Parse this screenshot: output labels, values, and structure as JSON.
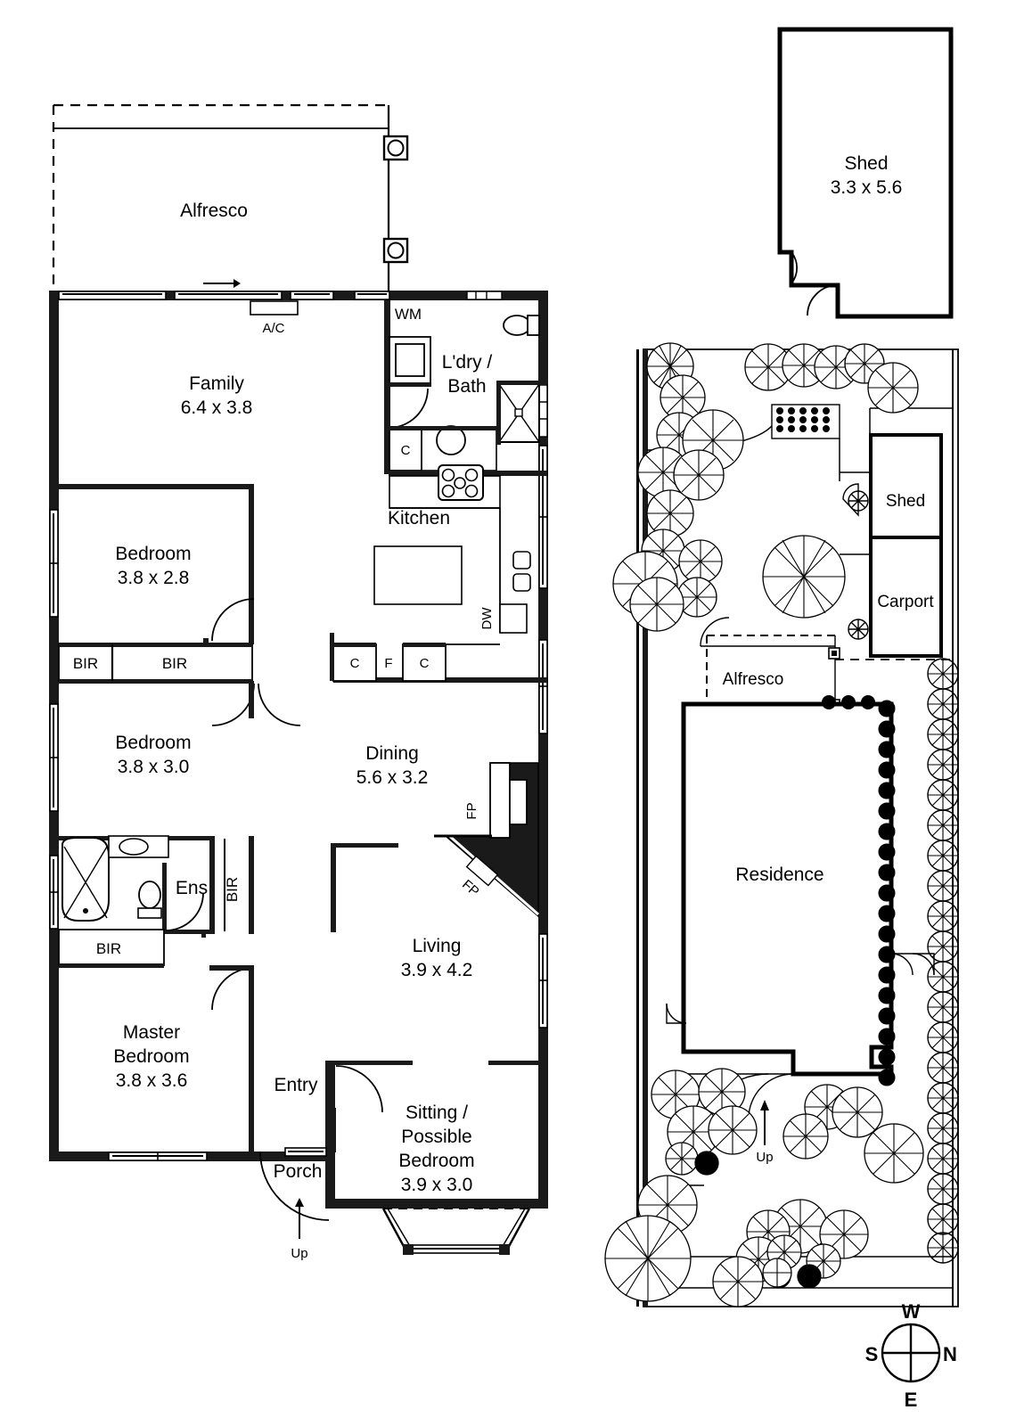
{
  "document": {
    "type": "residential-floor-plan",
    "panels": [
      "floor-plan",
      "site-plan"
    ]
  },
  "floor_plan": {
    "rooms": [
      {
        "id": "alfresco",
        "name": "Alfresco",
        "dims": ""
      },
      {
        "id": "family",
        "name": "Family",
        "dims": "6.4 x 3.8"
      },
      {
        "id": "laundry_bath",
        "name": "L'dry /\nBath",
        "line1": "L'dry /",
        "line2": "Bath",
        "dims": ""
      },
      {
        "id": "kitchen",
        "name": "Kitchen",
        "dims": ""
      },
      {
        "id": "bedroom2",
        "name": "Bedroom",
        "dims": "3.8 x 2.8"
      },
      {
        "id": "bedroom3",
        "name": "Bedroom",
        "dims": "3.8 x 3.0"
      },
      {
        "id": "dining",
        "name": "Dining",
        "dims": "5.6 x 3.2"
      },
      {
        "id": "ensuite",
        "name": "Ens",
        "dims": ""
      },
      {
        "id": "living",
        "name": "Living",
        "dims": "3.9 x 4.2"
      },
      {
        "id": "master",
        "name": "Master\nBedroom",
        "line1": "Master",
        "line2": "Bedroom",
        "dims": "3.8 x 3.6"
      },
      {
        "id": "entry",
        "name": "Entry",
        "dims": ""
      },
      {
        "id": "porch",
        "name": "Porch",
        "dims": ""
      },
      {
        "id": "sitting",
        "name": "Sitting /\nPossible\nBedroom",
        "line1": "Sitting /",
        "line2": "Possible",
        "line3": "Bedroom",
        "dims": "3.9 x 3.0"
      }
    ],
    "fixtures": [
      {
        "id": "ac",
        "label": "A/C"
      },
      {
        "id": "wm",
        "label": "WM"
      },
      {
        "id": "dw",
        "label": "DW"
      },
      {
        "id": "cupboard_ldry",
        "label": "C"
      },
      {
        "id": "cupboard_left",
        "label": "C"
      },
      {
        "id": "fridge",
        "label": "F"
      },
      {
        "id": "cupboard_right",
        "label": "C"
      },
      {
        "id": "bir_1",
        "label": "BIR"
      },
      {
        "id": "bir_2",
        "label": "BIR"
      },
      {
        "id": "bir_3",
        "label": "BIR"
      },
      {
        "id": "bir_ens",
        "label": "BIR"
      },
      {
        "id": "fireplace_1",
        "label": "FP"
      },
      {
        "id": "fireplace_2",
        "label": "FP"
      }
    ],
    "stair_marker": {
      "label": "Up"
    }
  },
  "site_plan": {
    "structures": [
      {
        "id": "shed_top",
        "name": "Shed",
        "dims": "3.3 x 5.6"
      },
      {
        "id": "shed_site",
        "name": "Shed",
        "dims": ""
      },
      {
        "id": "carport",
        "name": "Carport",
        "dims": ""
      },
      {
        "id": "alfresco_site",
        "name": "Alfresco",
        "dims": ""
      },
      {
        "id": "residence",
        "name": "Residence",
        "dims": ""
      }
    ],
    "stair_marker": {
      "label": "Up"
    },
    "compass": {
      "top": "W",
      "left": "S",
      "right": "N",
      "bottom": "E"
    }
  },
  "colors": {
    "ink": "#000000",
    "paper": "#ffffff",
    "wall_fill": "#1a1a1a"
  }
}
